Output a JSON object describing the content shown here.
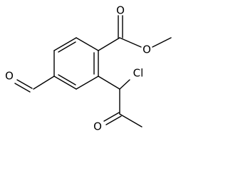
{
  "structure": {
    "atoms": {
      "carbonyl_oxygen_ester": "O",
      "ester_oxygen": "O",
      "chlorine": "Cl",
      "ketone_oxygen": "O",
      "aldehyde_oxygen": "O"
    }
  }
}
